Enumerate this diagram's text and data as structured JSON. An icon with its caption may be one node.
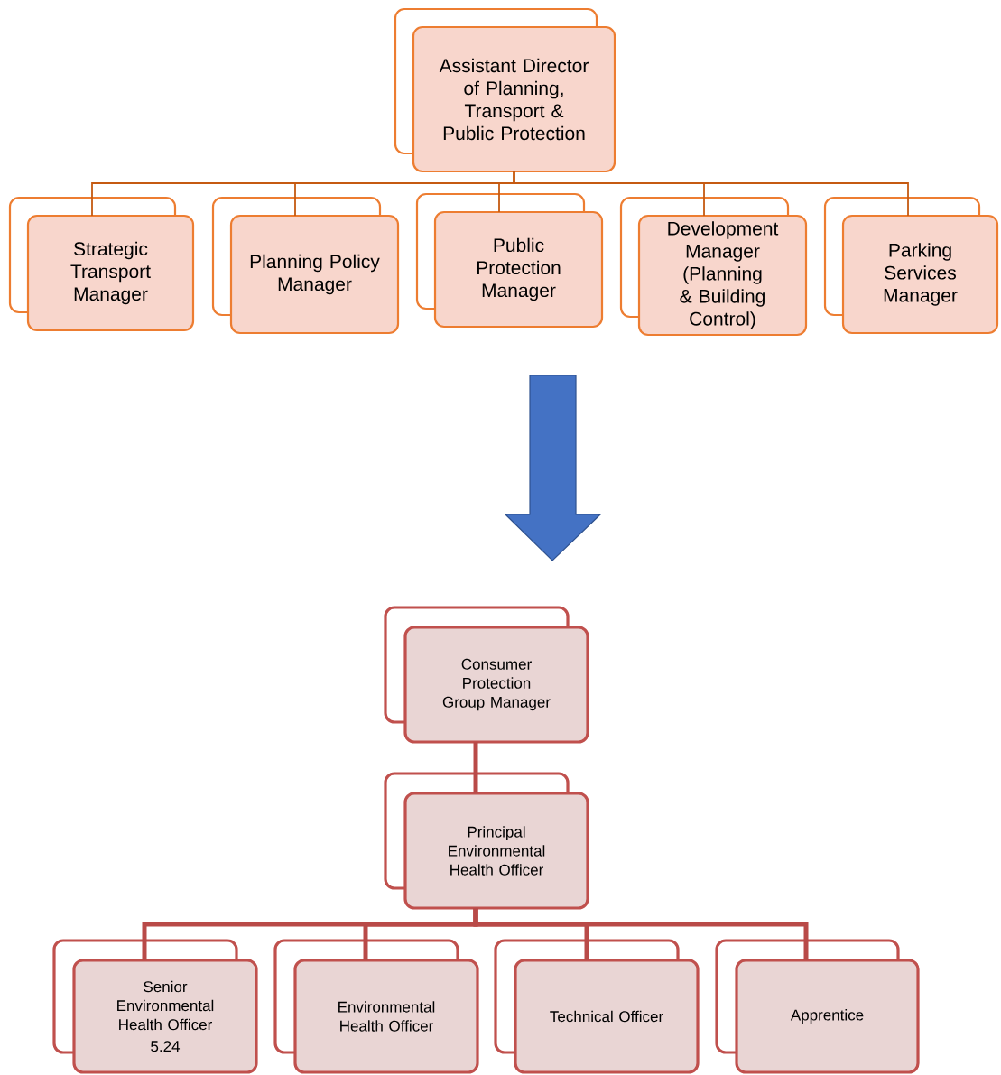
{
  "diagram": {
    "nodes": [
      {
        "text": [
          "Assistant Director of Planning, Transport & Public Protection"
        ]
      },
      {
        "text": [
          "Strategic Transport Manager"
        ]
      },
      {
        "text": [
          "Planning Policy Manager"
        ]
      },
      {
        "text": [
          "Public Protection Manager"
        ]
      },
      {
        "text": [
          "Development Manager (Planning & Building Control)"
        ]
      },
      {
        "text": [
          "Parking Services Manager"
        ]
      },
      {
        "text": [
          "Consumer Protection Group Manager"
        ]
      },
      {
        "text": [
          "Principal Environmental Health Officer"
        ]
      },
      {
        "text": [
          "Senior Environmental Health Officer",
          "5.24"
        ]
      },
      {
        "text": [
          "Environmental Health Officer"
        ]
      },
      {
        "text": [
          "Technical Officer"
        ]
      },
      {
        "text": [
          "Apprentice"
        ]
      }
    ],
    "edges": [
      {
        "from": 0,
        "to": 1,
        "arrow": "none",
        "color": "#c55a11"
      },
      {
        "from": 0,
        "to": 2,
        "arrow": "none",
        "color": "#c55a11"
      },
      {
        "from": 0,
        "to": 3,
        "arrow": "none",
        "color": "#c55a11"
      },
      {
        "from": 0,
        "to": 4,
        "arrow": "none",
        "color": "#c55a11"
      },
      {
        "from": 0,
        "to": 5,
        "arrow": "none",
        "color": "#c55a11"
      },
      {
        "from": 6,
        "to": 7,
        "arrow": "none",
        "style": "thick",
        "color": "#b94a48"
      },
      {
        "from": 7,
        "to": 8,
        "arrow": "none",
        "style": "thick",
        "color": "#b94a48"
      },
      {
        "from": 7,
        "to": 9,
        "arrow": "none",
        "style": "thick",
        "color": "#b94a48"
      },
      {
        "from": 7,
        "to": 10,
        "arrow": "none",
        "style": "thick",
        "color": "#b94a48"
      },
      {
        "from": 7,
        "to": 11,
        "arrow": "none",
        "style": "thick",
        "color": "#b94a48"
      }
    ]
  }
}
